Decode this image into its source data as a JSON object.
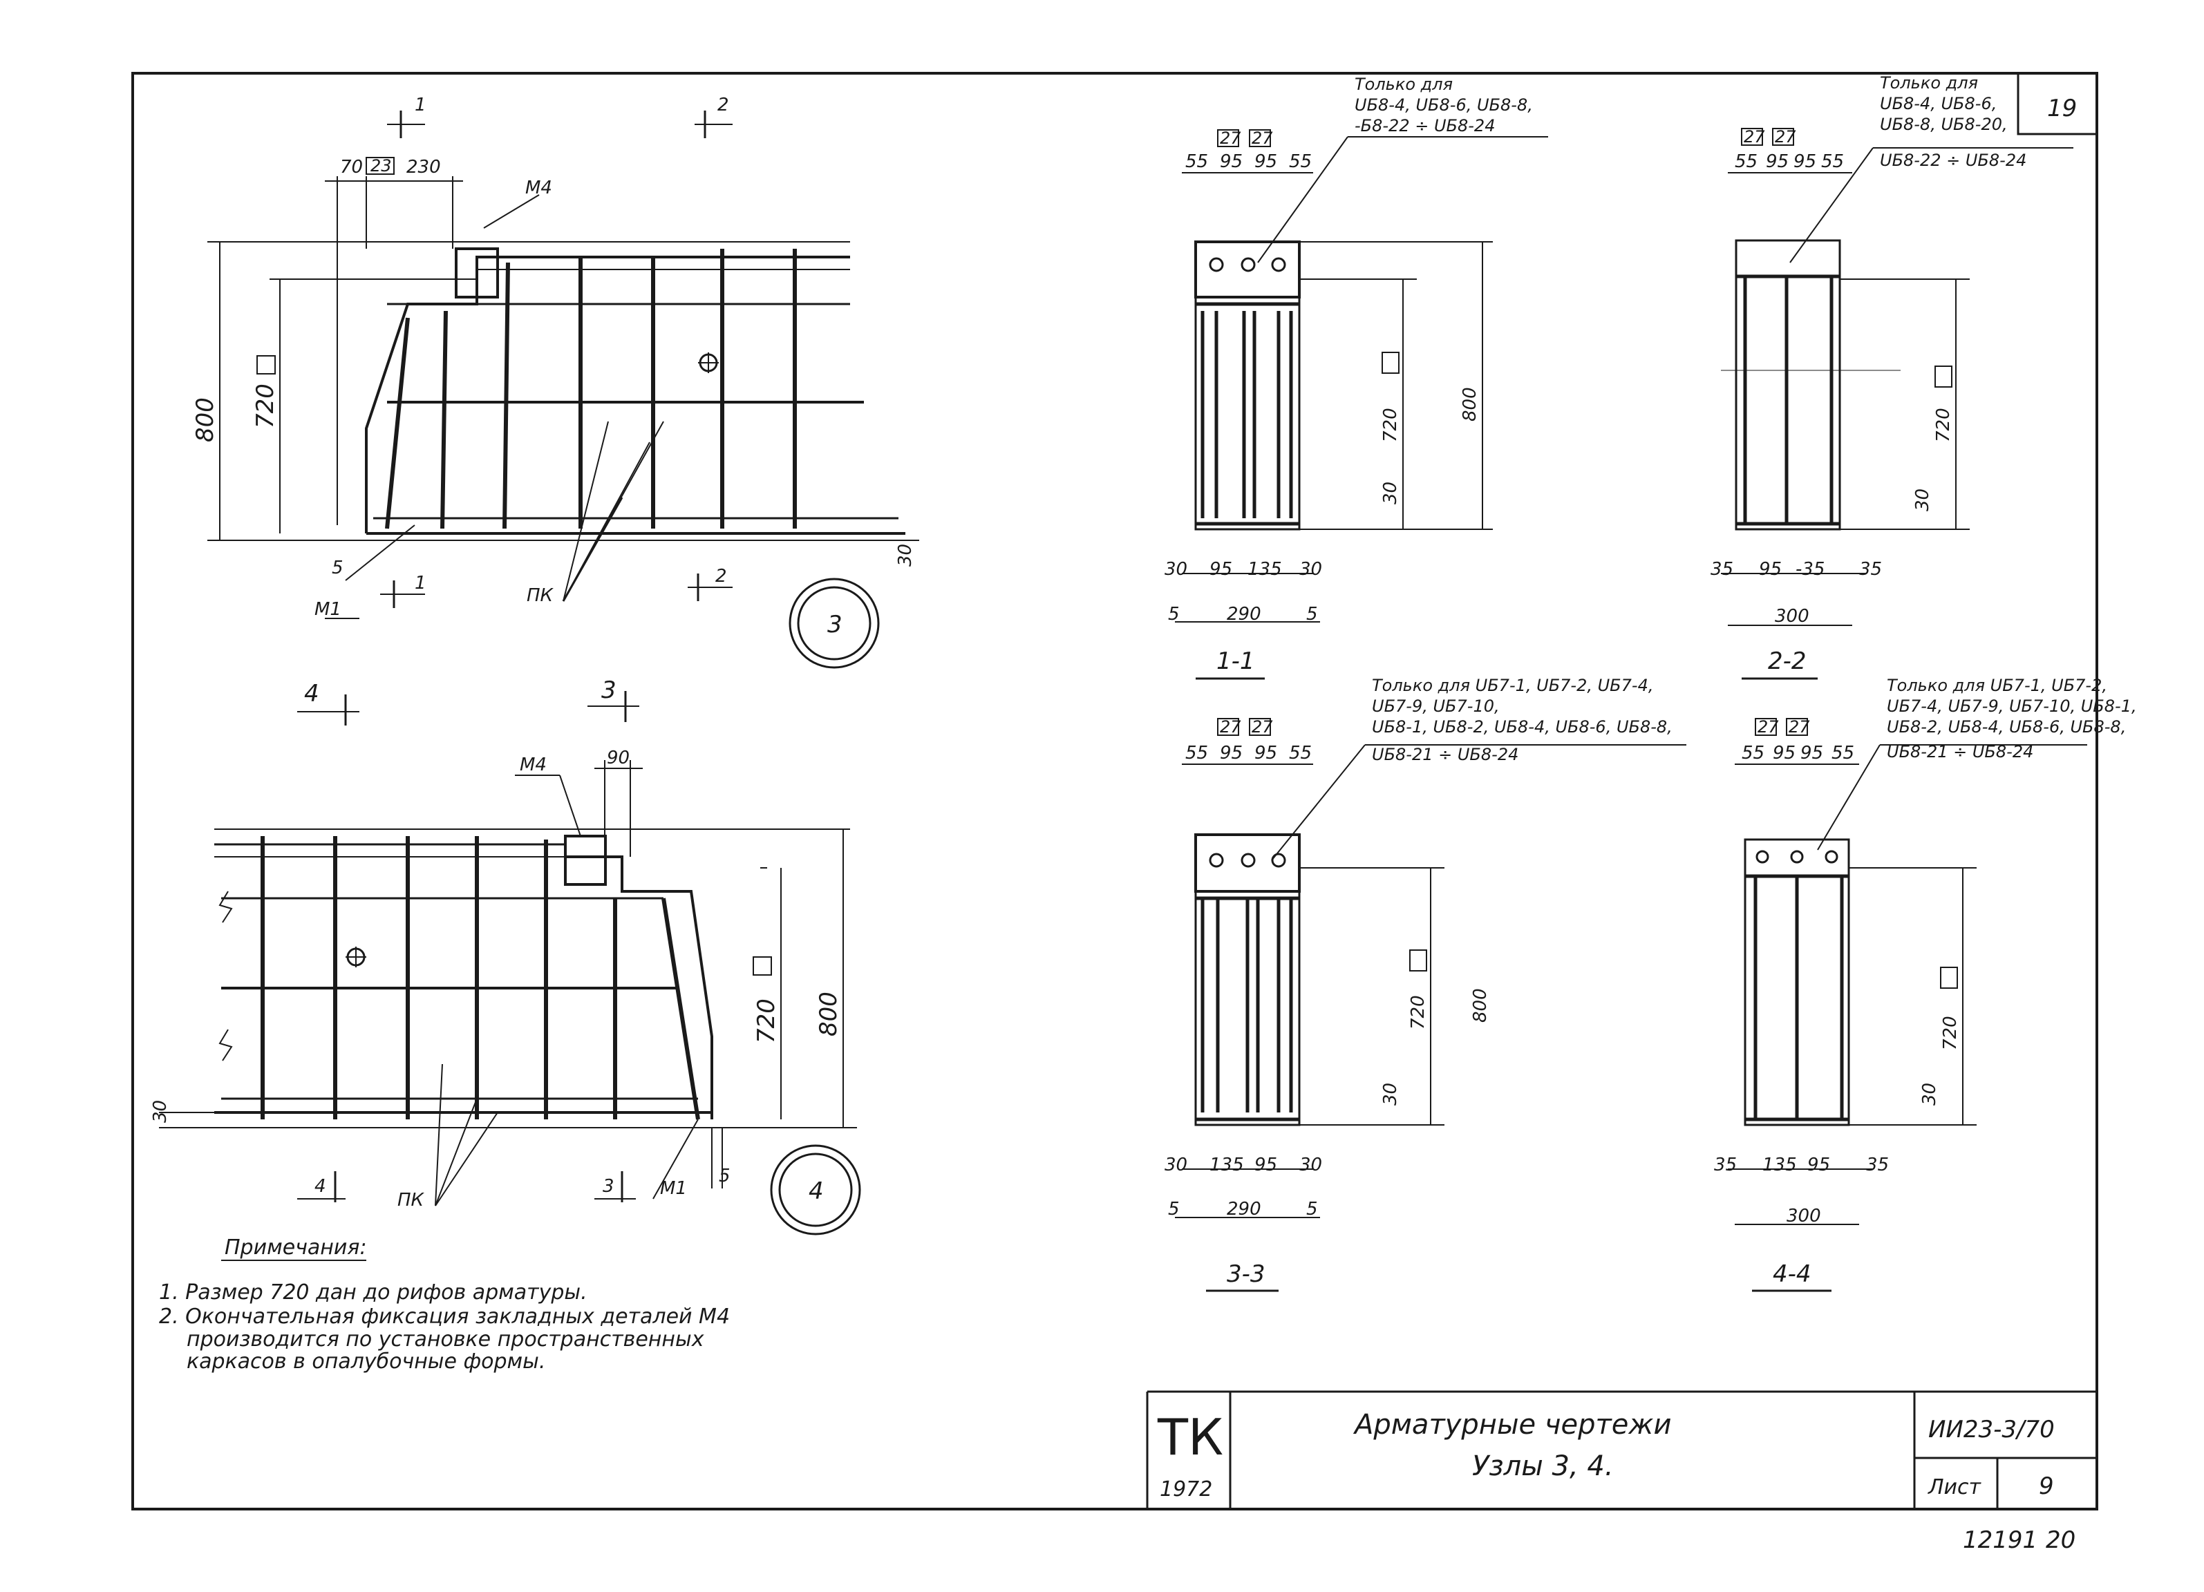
{
  "sheet_number": "19",
  "topleft": {
    "cut_marks": [
      "1",
      "2"
    ],
    "dims_top": [
      "70",
      "23",
      "230"
    ],
    "embedded_top": "М4",
    "dim_800": "800",
    "dim_720": "720",
    "bottom_labels": {
      "gap": "5",
      "m1": "М1",
      "pk": "ПК",
      "right_gap": "30"
    },
    "node_number": "3"
  },
  "bottomleft": {
    "cut_marks": [
      "4",
      "3"
    ],
    "embedded_top": "М4",
    "dim_top": "90",
    "dim_800": "800",
    "dim_720": "720",
    "left_gap": "30",
    "bottom_labels": {
      "pk": "ПК",
      "m1": "М1",
      "gap": "5"
    },
    "node_number": "4"
  },
  "sec11": {
    "note": [
      "Только для",
      "UБ8-4, UБ8-6, UБ8-8,",
      "-Б8-22 ÷ UБ8-24"
    ],
    "tags": [
      "27",
      "27"
    ],
    "dims_top": [
      "55",
      "95",
      "95",
      "55"
    ],
    "dim_720": "720",
    "dim_800": "800",
    "dim_30": "30",
    "dims_bottom": [
      "30",
      "95",
      "135",
      "30"
    ],
    "dims_total": [
      "5",
      "290",
      "5"
    ],
    "label": "1-1"
  },
  "sec22": {
    "note": [
      "Только для",
      "UБ8-4, UБ8-6,",
      "UБ8-8, UБ8-20,",
      "UБ8-22 ÷ UБ8-24"
    ],
    "tags": [
      "27",
      "27"
    ],
    "dims_top": [
      "55",
      "95",
      "95",
      "55"
    ],
    "dim_720": "720",
    "dim_30": "30",
    "dims_bottom": [
      "35",
      "95",
      "-35",
      "35"
    ],
    "dim_total": "300",
    "label": "2-2"
  },
  "sec33": {
    "note": [
      "Только для UБ7-1, UБ7-2, UБ7-4,",
      "UБ7-9, UБ7-10,",
      "UБ8-1, UБ8-2, UБ8-4, UБ8-6, UБ8-8,",
      "UБ8-21 ÷ UБ8-24"
    ],
    "tags": [
      "27",
      "27"
    ],
    "dims_top": [
      "55",
      "95",
      "95",
      "55"
    ],
    "dim_720": "720",
    "dim_800": "800",
    "dim_30": "30",
    "dims_bottom": [
      "30",
      "135",
      "95",
      "30"
    ],
    "dims_total": [
      "5",
      "290",
      "5"
    ],
    "label": "3-3"
  },
  "sec44": {
    "note": [
      "Только для UБ7-1, UБ7-2,",
      "UБ7-4, UБ7-9, UБ7-10, UБ8-1,",
      "UБ8-2, UБ8-4, UБ8-6, UБ8-8,",
      "UБ8-21 ÷ UБ8-24"
    ],
    "tags": [
      "27",
      "27"
    ],
    "dims_top": [
      "55",
      "95",
      "95",
      "55"
    ],
    "dim_720": "720",
    "dim_30": "30",
    "dims_bottom": [
      "35",
      "135",
      "95",
      "35"
    ],
    "dim_total": "300",
    "label": "4-4"
  },
  "notes": {
    "heading": "Примечания:",
    "lines": [
      "1. Размер 720 дан до рифов арматуры.",
      "2. Окончательная фиксация закладных деталей М4",
      "производится по установке пространственных",
      "каркасов в опалубочные формы."
    ]
  },
  "stamp": {
    "tk": "ТК",
    "year": "1972",
    "title_line1": "Арматурные чертежи",
    "title_line2": "Узлы 3, 4.",
    "code": "ИИ23-3/70",
    "list_label": "Лист",
    "list_number": "9"
  },
  "footer": {
    "left": "12191",
    "right": "20"
  }
}
